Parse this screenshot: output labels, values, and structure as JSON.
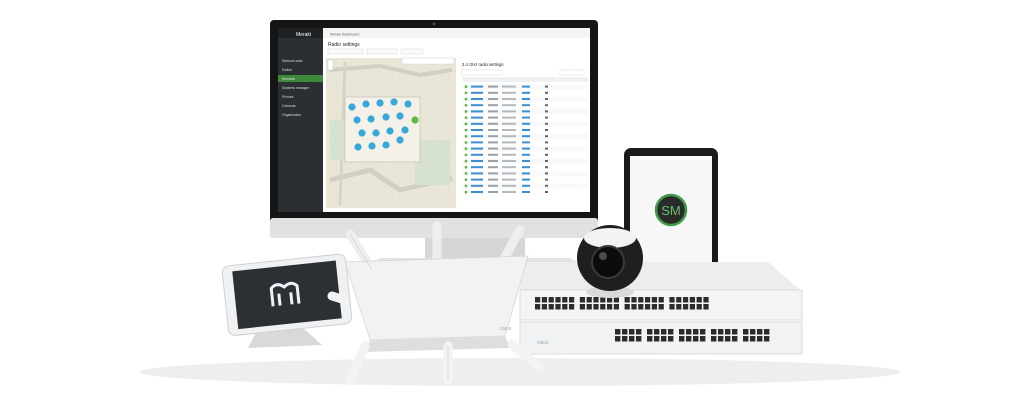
{
  "colors": {
    "background": "#ffffff",
    "monitor_bezel": "#151515",
    "monitor_stand": "#d8d9db",
    "sidebar": "#2b2f33",
    "sidebar_active": "#3f8a3a",
    "map_land": "#e9e6d8",
    "map_water": "#c9d8dc",
    "ap_marker": "#39a7dc",
    "ap_marker_online": "#67b346",
    "hardware_white": "#f1f2f3",
    "hardware_shadow": "#c8cacc",
    "tablet_screen_dark": "#2c2f33",
    "sm_logo": "#3f9d47",
    "mx_icon": "#eaf2f7"
  },
  "screen": {
    "brand": "Meraki",
    "topbar_title": "Meraki Dashboard",
    "page_title": "Radio settings",
    "panel_title": "2.4 GHz radio settings",
    "sidebar_items": [
      "Network-wide",
      "Switch",
      "Wireless",
      "Systems manager",
      "Phones",
      "Cameras",
      "Organization"
    ],
    "active_item_index": 2,
    "table_row_count": 18
  },
  "devices": {
    "monitor": "desktop-display",
    "access_point": "wireless-access-point",
    "camera": "dome-camera",
    "switch_stack": "network-switches",
    "left_tablet": "tablet-on-stand",
    "right_tablet": "tablet-sm"
  },
  "labels": {
    "sm_logo_text": "SM",
    "switch_brand": "cisco",
    "ap_brand": "cisco"
  }
}
